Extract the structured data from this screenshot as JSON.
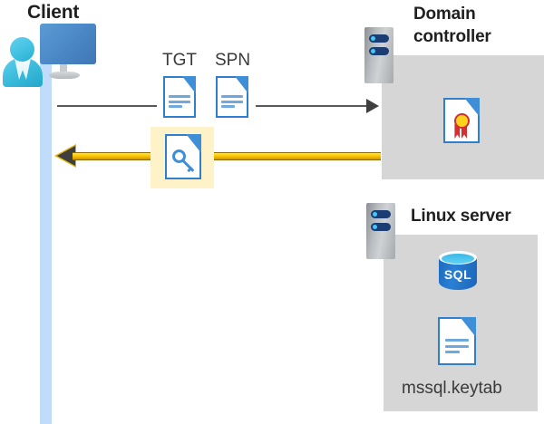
{
  "diagram": {
    "title": "Kerberos authentication flow between client, domain controller, and Linux SQL Server",
    "client": {
      "title": "Client",
      "icon": "user-computer-icon",
      "lifeline": "client-lifeline"
    },
    "domain_controller": {
      "title": "Domain controller",
      "server_icon": "server-rack-icon",
      "contents": [
        {
          "icon": "certificate-document-icon",
          "label": ""
        }
      ]
    },
    "linux_server": {
      "title": "Linux server",
      "server_icon": "server-rack-icon",
      "contents": [
        {
          "icon": "sql-database-icon",
          "label": "SQL"
        },
        {
          "icon": "document-icon",
          "label": "mssql.keytab"
        }
      ]
    },
    "messages": [
      {
        "id": "request",
        "direction": "client-to-domain-controller",
        "style": "thin-gray-arrow",
        "artifacts": [
          {
            "label": "TGT",
            "icon": "document-icon"
          },
          {
            "label": "SPN",
            "icon": "document-icon"
          }
        ]
      },
      {
        "id": "response",
        "direction": "domain-controller-to-client",
        "style": "thick-yellow-arrow",
        "artifacts": [
          {
            "label": "",
            "icon": "key-document-icon",
            "highlighted": true
          }
        ]
      }
    ],
    "labels": {
      "tgt": "TGT",
      "spn": "SPN",
      "sql": "SQL",
      "keytab": "mssql.keytab"
    },
    "colors": {
      "panel_gray": "#d6d6d6",
      "lifeline_blue": "#c1dcfb",
      "highlight_yellow": "#fdf2c8",
      "arrow_yellow": "#ffd100",
      "arrow_gray": "#595959",
      "doc_blue": "#2f7fd1",
      "title_text": "#1f1f1f",
      "label_text": "#3a3a3a"
    }
  }
}
